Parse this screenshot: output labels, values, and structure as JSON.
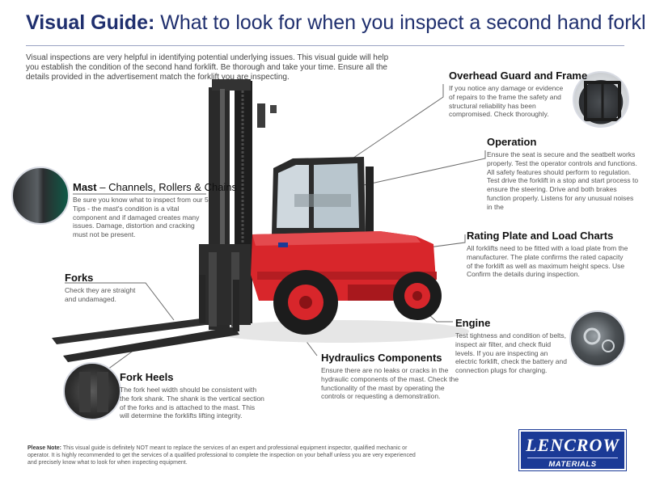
{
  "header": {
    "title_bold": "Visual Guide:",
    "title_rest": " What to look for when you inspect a second hand forklift",
    "intro": "Visual inspections are very helpful in identifying potential underlying issues. This visual guide will help you establish the condition of the second hand forklift. Be thorough and take your time. Ensure all the details provided in the advertisement match the forklift you are inspecting."
  },
  "sections": {
    "overhead": {
      "title": "Overhead Guard and Frame",
      "body": "If you notice any damage or evidence of repairs to the frame the safety and structural reliability has been compromised. Check thoroughly."
    },
    "operation": {
      "title": "Operation",
      "body": "Ensure the seat is secure and the seatbelt works properly. Test the operator controls and functions. All safety features should perform to regulation. Test drive the forklift in a stop and start process to ensure the steering. Drive and both brakes function properly. Listens for any unusual noises in the"
    },
    "mast": {
      "title_bold": "Mast",
      "title_rest": " – Channels, Rollers & Chains",
      "body": "Be sure you know what to inspect from our 5 Tips - the mast's condition is a vital component and if damaged creates many issues. Damage, distortion and cracking must not be present."
    },
    "rating": {
      "title": "Rating Plate and Load Charts",
      "body": "All forklifts need to be fitted with a load plate from the manufacturer. The plate confirms the rated capacity of the forklift as well as maximum height specs. Use Confirm the details during inspection."
    },
    "forks": {
      "title": "Forks",
      "body": "Check they are straight and undamaged."
    },
    "engine": {
      "title": "Engine",
      "body": "Test tightness and condition of belts, inspect air filter, and check fluid levels. If you are inspecting an electric forklift, check the battery and connection plugs for charging."
    },
    "hydraulics": {
      "title": "Hydraulics Components",
      "body": "Ensure there are no leaks or cracks in the hydraulic components of the mast. Check the functionality of the mast by operating the controls or requesting a demonstration."
    },
    "forkheels": {
      "title": "Fork Heels",
      "body": "The fork heel width should be consistent with the fork shank. The shank is the vertical section of the forks and is attached to the mast. This will determine the forklifts lifting integrity."
    }
  },
  "footer": {
    "note_label": "Please Note:",
    "note_text": " This visual guide is definitely NOT meant to replace the services of an expert and professional equipment inspector, qualified mechanic or operator. It is highly recommended to get the services of a qualified professional to complete the inspection on your behalf unless you are very experienced and precisely know what to look for when inspecting equipment."
  },
  "logo": {
    "line1": "LENCROW",
    "line2": "MATERIALS HANDLING"
  },
  "colors": {
    "title_blue": "#1f2f6e",
    "forklift_red": "#d8262b",
    "logo_blue": "#1b3a96"
  }
}
